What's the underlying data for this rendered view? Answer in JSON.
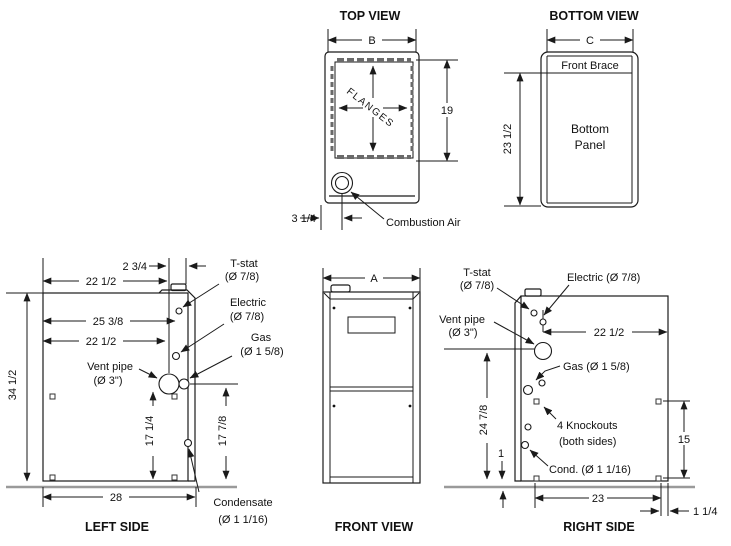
{
  "titles": {
    "top_view": "TOP VIEW",
    "bottom_view": "BOTTOM VIEW",
    "left_side": "LEFT SIDE",
    "front_view": "FRONT VIEW",
    "right_side": "RIGHT SIDE"
  },
  "top_view": {
    "dim_width": "B",
    "flanges": "FLANGES",
    "dim_flange_height": "19",
    "dim_combustion_offset": "3 1/4",
    "combustion_air_label": "Combustion Air"
  },
  "bottom_view": {
    "dim_width": "C",
    "front_brace": "Front Brace",
    "bottom_panel_line1": "Bottom",
    "bottom_panel_line2": "Panel",
    "dim_panel_length": "23 1/2"
  },
  "left_side": {
    "dim_2_3_4": "2 3/4",
    "dim_22_1_2_top": "22 1/2",
    "dim_25_3_8": "25 3/8",
    "dim_22_1_2_mid": "22 1/2",
    "dim_height": "34 1/2",
    "vent_pipe_line1": "Vent pipe",
    "vent_pipe_line2": "(Ø 3\")",
    "tstat_line1": "T-stat",
    "tstat_line2": "(Ø 7/8)",
    "electric_line1": "Electric",
    "electric_line2": "(Ø 7/8)",
    "gas_line1": "Gas",
    "gas_line2": "(Ø 1 5/8)",
    "dim_17_1_4": "17 1/4",
    "dim_17_7_8": "17 7/8",
    "dim_width": "28",
    "condensate_line1": "Condensate",
    "condensate_line2": "(Ø 1 1/16)"
  },
  "front_view": {
    "dim_width": "A"
  },
  "right_side": {
    "tstat_line1": "T-stat",
    "tstat_line2": "(Ø 7/8)",
    "electric_label": "Electric (Ø 7/8)",
    "vent_pipe_line1": "Vent pipe",
    "vent_pipe_line2": "(Ø 3\")",
    "dim_22_1_2": "22 1/2",
    "gas_label": "Gas (Ø 1 5/8)",
    "dim_24_7_8": "24 7/8",
    "knockouts_line1": "4 Knockouts",
    "knockouts_line2": "(both sides)",
    "dim_15": "15",
    "dim_1": "1",
    "cond_label": "Cond. (Ø 1 1/16)",
    "dim_23": "23",
    "dim_1_1_4": "1 1/4"
  },
  "colors": {
    "line": "#1a1a1a",
    "floor_line": "#9a9a9a",
    "background": "#ffffff"
  }
}
